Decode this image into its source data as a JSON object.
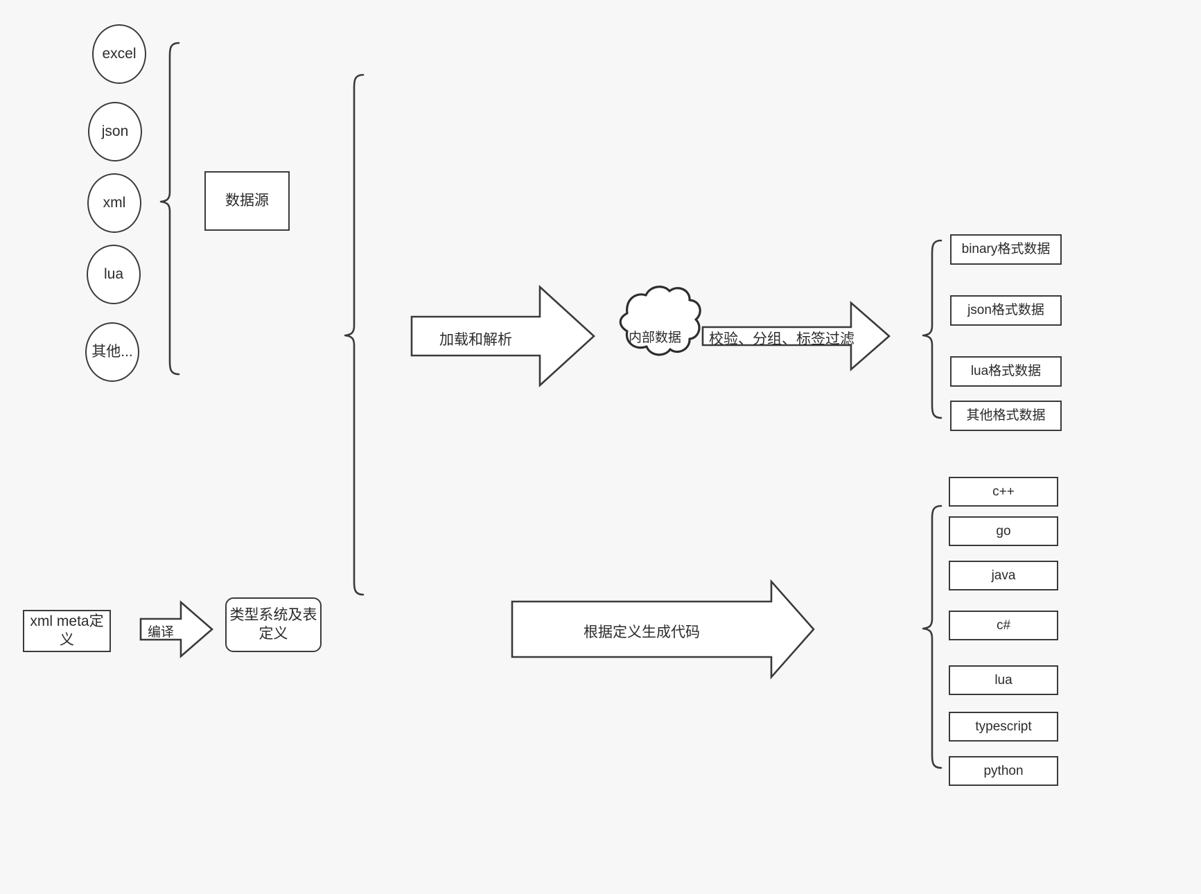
{
  "diagram": {
    "title": "data pipeline diagram",
    "background_color": "#f7f7f7",
    "stroke_color": "#3a3a3a"
  },
  "sources": {
    "items": [
      {
        "label": "excel"
      },
      {
        "label": "json"
      },
      {
        "label": "xml"
      },
      {
        "label": "lua"
      },
      {
        "label": "其他..."
      }
    ],
    "group_label": "数据源"
  },
  "definition": {
    "meta_label": "xml meta定\n义",
    "meta_label_line1": "xml meta定",
    "meta_label_line2": "义",
    "compile_label": "编译",
    "type_system_label_line1": "类型系统及表",
    "type_system_label_line2": "定义"
  },
  "pipeline": {
    "load_parse_label": "加载和解析",
    "internal_data_label": "内部数据",
    "filter_label": "校验、分组、标签过滤",
    "codegen_label": "根据定义生成代码"
  },
  "outputs": {
    "formats": [
      {
        "label": "binary格式数据"
      },
      {
        "label": "json格式数据"
      },
      {
        "label": "lua格式数据"
      },
      {
        "label": "其他格式数据"
      }
    ],
    "languages": [
      {
        "label": "c++"
      },
      {
        "label": "go"
      },
      {
        "label": "java"
      },
      {
        "label": "c#"
      },
      {
        "label": "lua"
      },
      {
        "label": "typescript"
      },
      {
        "label": "python"
      }
    ]
  }
}
